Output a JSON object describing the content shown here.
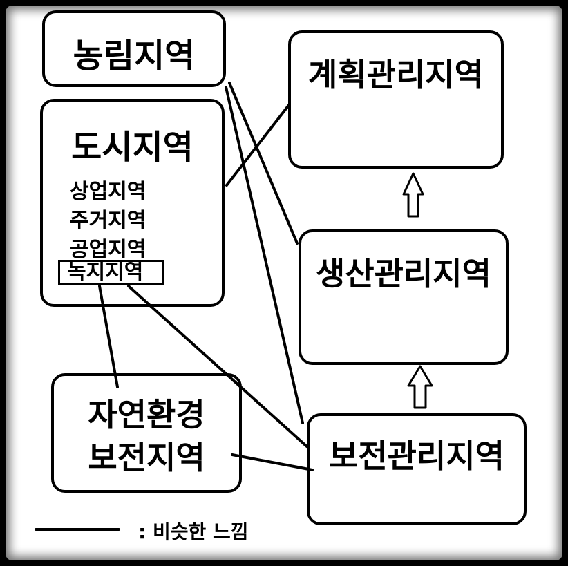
{
  "boxes": {
    "agricultural_forest": "농림지역",
    "urban": "도시지역",
    "planned_management": "계획관리지역",
    "production_management": "생산관리지역",
    "natural_env_line1": "자연환경",
    "natural_env_line2": "보전지역",
    "conservation_management": "보전관리지역"
  },
  "urban_subzones": [
    "상업지역",
    "주거지역",
    "공업지역",
    "녹지지역"
  ],
  "legend": {
    "text": ": 비슷한 느낌"
  },
  "colors": {
    "background": "#ffffff",
    "border": "#000000",
    "outer": "#000000"
  }
}
